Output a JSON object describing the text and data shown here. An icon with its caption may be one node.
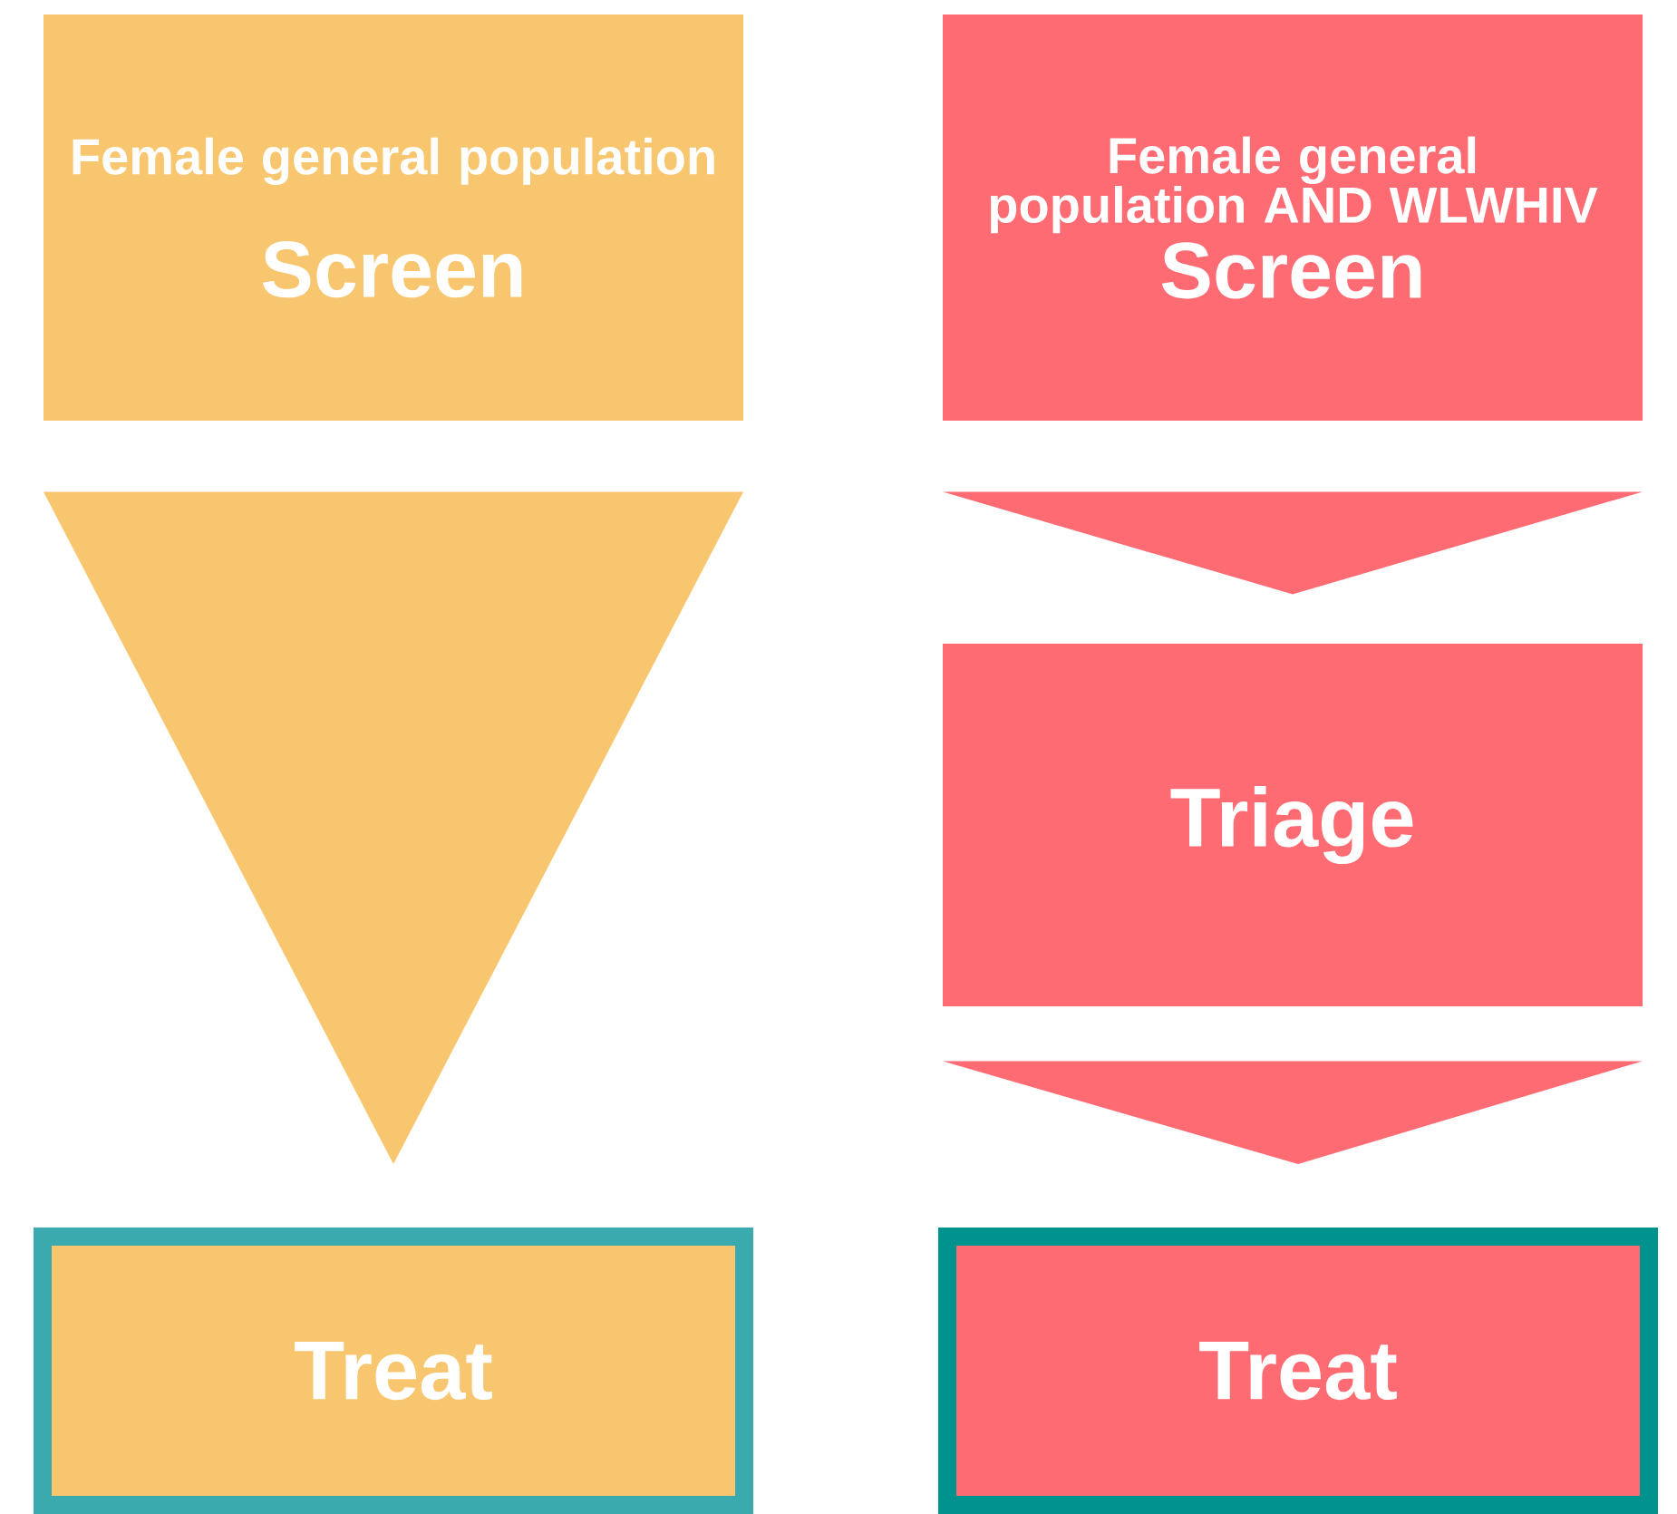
{
  "diagram": {
    "nodes": [
      {
        "text": [
          "Female general population",
          "Screen"
        ]
      },
      {
        "text": [
          "Treat"
        ]
      },
      {
        "text": [
          "Female general population AND WLWHIV",
          "Screen"
        ]
      },
      {
        "text": [
          "Triage"
        ]
      },
      {
        "text": [
          "Treat"
        ]
      }
    ],
    "edges": [
      {
        "from": 0,
        "to": 1,
        "arrow": "to",
        "color": "#f8c66e"
      },
      {
        "from": 2,
        "to": 3,
        "arrow": "to"
      },
      {
        "from": 3,
        "to": 4,
        "arrow": "to"
      }
    ]
  }
}
